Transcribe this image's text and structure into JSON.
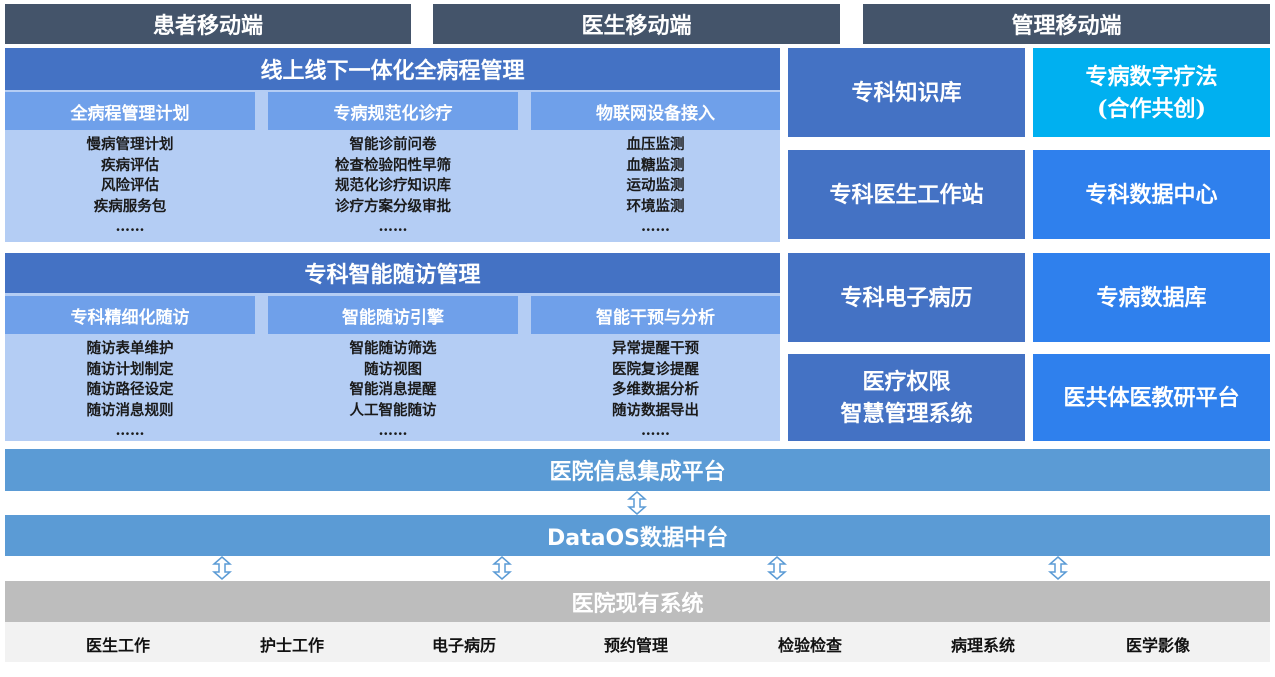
{
  "top_bar": [
    "患者移动端",
    "医生移动端",
    "管理移动端"
  ],
  "section1": {
    "title": "线上线下一体化全病程管理",
    "columns": [
      {
        "header": "全病程管理计划",
        "items": [
          "慢病管理计划",
          "疾病评估",
          "风险评估",
          "疾病服务包",
          "……"
        ]
      },
      {
        "header": "专病规范化诊疗",
        "items": [
          "智能诊前问卷",
          "检查检验阳性早筛",
          "规范化诊疗知识库",
          "诊疗方案分级审批",
          "……"
        ]
      },
      {
        "header": "物联网设备接入",
        "items": [
          "血压监测",
          "血糖监测",
          "运动监测",
          "环境监测",
          "……"
        ]
      }
    ]
  },
  "section2": {
    "title": "专科智能随访管理",
    "columns": [
      {
        "header": "专科精细化随访",
        "items": [
          "随访表单维护",
          "随访计划制定",
          "随访路径设定",
          "随访消息规则",
          "……"
        ]
      },
      {
        "header": "智能随访引擎",
        "items": [
          "智能随访筛选",
          "随访视图",
          "智能消息提醒",
          "人工智能随访",
          "……"
        ]
      },
      {
        "header": "智能干预与分析",
        "items": [
          "异常提醒干预",
          "医院复诊提醒",
          "多维数据分析",
          "随访数据导出",
          "……"
        ]
      }
    ]
  },
  "right_modules": {
    "knowledge_base": "专科知识库",
    "digital_therapy": [
      "专病数字疗法",
      "(合作共创)"
    ],
    "workstation": "专科医生工作站",
    "data_center": "专科数据中心",
    "emr": "专科电子病历",
    "disease_db": "专病数据库",
    "permission_system": [
      "医疗权限",
      "智慧管理系统"
    ],
    "research_platform": "医共体医教研平台"
  },
  "platform_integration": "医院信息集成平台",
  "data_platform": "DataOS数据中台",
  "existing_systems": {
    "title": "医院现有系统",
    "items": [
      "医生工作",
      "护士工作",
      "电子病历",
      "预约管理",
      "检验检查",
      "病理系统",
      "医学影像"
    ]
  },
  "colors": {
    "top_bar": "#44546a",
    "section_header": "#4472c4",
    "sub_header": "#6fa0ea",
    "panel": "#b4cdf4",
    "module_dark": "#4472c4",
    "module_bright": "#2f80ed",
    "module_cyan": "#00b0f0",
    "platform_band": "#5b9bd5",
    "existing_band": "#bdbdbd",
    "existing_strip": "#f2f2f2"
  },
  "icons": [
    "double-headed-vertical-arrow-icon"
  ]
}
